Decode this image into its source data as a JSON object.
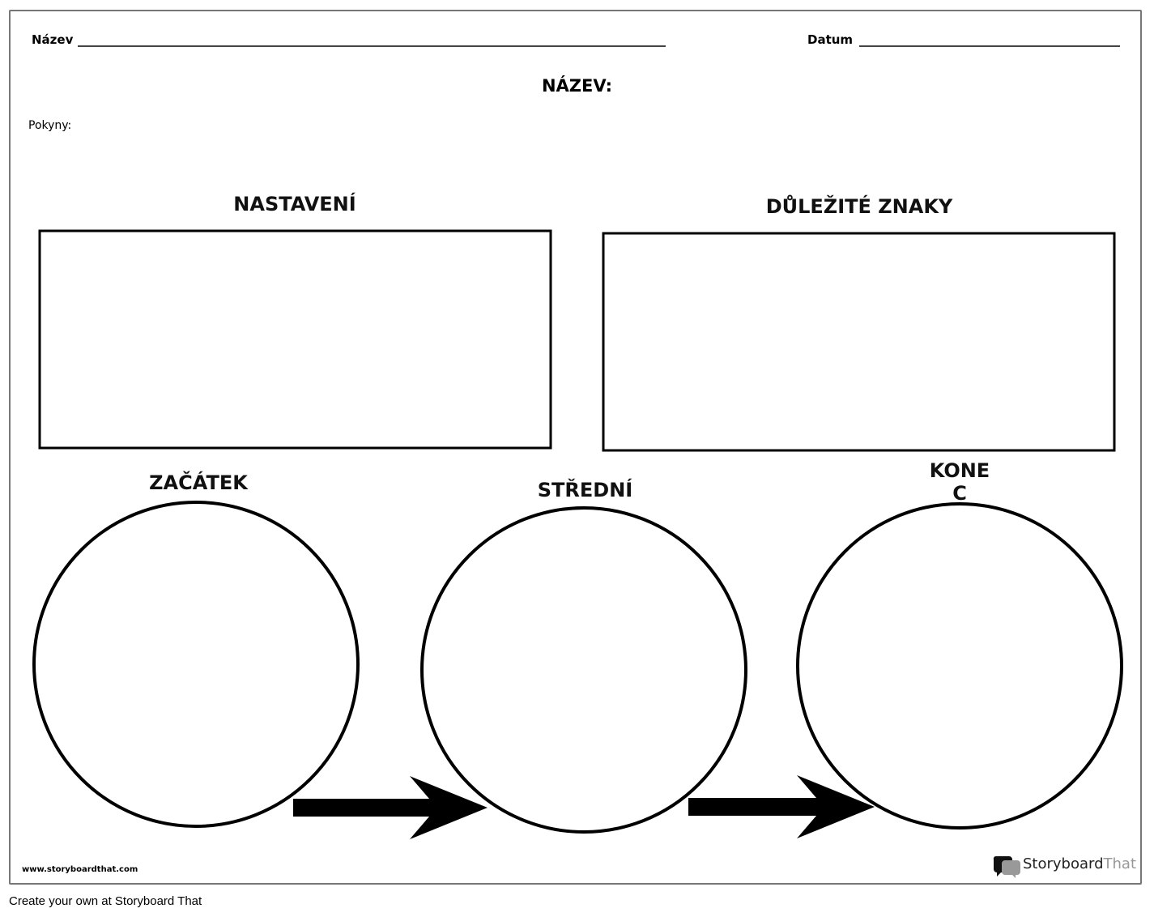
{
  "header": {
    "name_label": "Název",
    "date_label": "Datum"
  },
  "title": "NÁZEV:",
  "instructions_label": "Pokyny:",
  "boxes": [
    {
      "label": "NASTAVENÍ"
    },
    {
      "label": "DŮLEŽITÉ ZNAKY"
    }
  ],
  "circles": [
    {
      "label": "ZAČÁTEK"
    },
    {
      "label": "STŘEDNÍ"
    },
    {
      "label": "KONE\nC"
    }
  ],
  "watermark_url": "www.storyboardthat.com",
  "logo": {
    "part1": "Storyboard",
    "part2": "That"
  },
  "footer": "Create your own at Storyboard That"
}
